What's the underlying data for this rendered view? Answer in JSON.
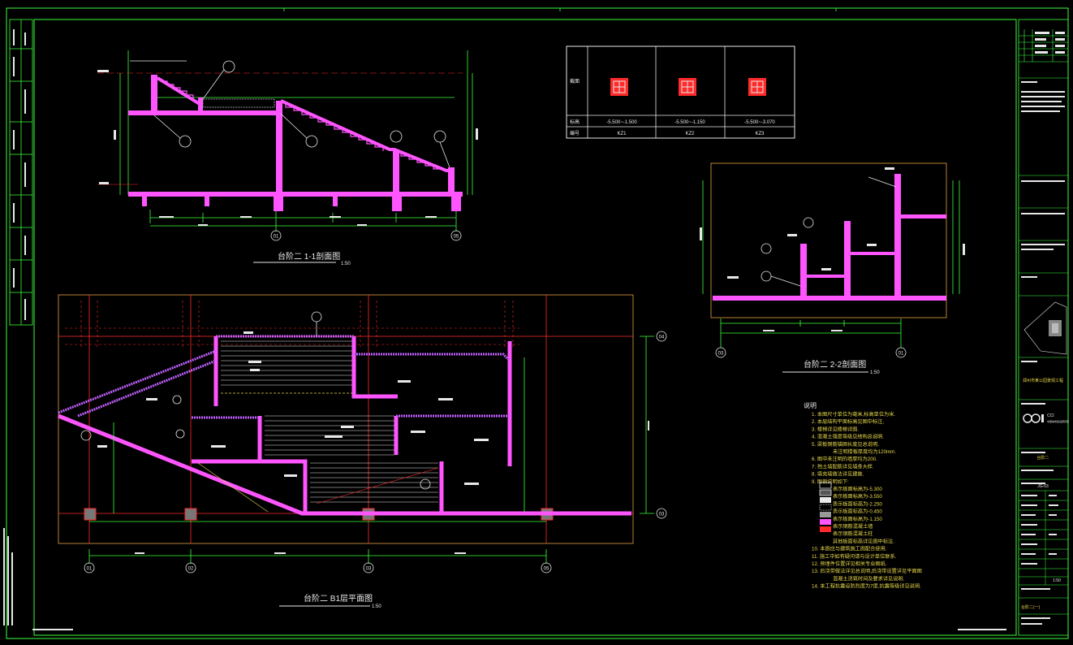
{
  "titles": {
    "section_1_1": "台阶二 1-1剖面图",
    "section_2_2": "台阶二 2-2剖面图",
    "plan_b1": "台阶二 B1层平面图",
    "scale": "1:50",
    "scale_plan": "1:50"
  },
  "axes": {
    "sec11_left": "01",
    "sec11_right": "05",
    "sec22_left": "03",
    "sec22_right": "01",
    "plan_x": [
      "01",
      "02",
      "03",
      "05"
    ],
    "plan_y_top": "04",
    "plan_y_bottom": "03"
  },
  "column_table": {
    "row_labels": [
      "截面",
      "标高",
      "编号"
    ],
    "columns": [
      {
        "elevation": "-5.500~-1.500",
        "id": "KZ1"
      },
      {
        "elevation": "-5.500~-1.150",
        "id": "KZ2"
      },
      {
        "elevation": "-5.500~-3.070",
        "id": "KZ3"
      }
    ]
  },
  "notes": {
    "heading": "说明",
    "lines": [
      "1. 本图尺寸单位为毫米,标高单位为米.",
      "2. 本层结构平面标高见图中标注,",
      "3. 楼梯详见楼梯详图.",
      "4. 混凝土强度等级见结构总说明.",
      "5. 梁板钢筋锚固长度见总说明.",
      "   未注明楼板厚度均为120mm.",
      "6. 图中未注明的墙厚均为200.",
      "7. 挡土墙配筋详见墙身大样.",
      "8. 填充墙做法详见建施.",
      "9. 图例说明如下:",
      "   表示板面标高为-5.300",
      "   表示板面标高为-3.550",
      "   表示板面标高为-2.250",
      "   表示板面标高为-0.450",
      "   表示板面标高为-1.150",
      "   表示钢筋混凝土墙",
      "   表示钢筋混凝土柱",
      "   其他板面标高详见图中标注.",
      "10. 本图应与建筑施工图配合使用.",
      "11. 施工中如有疑问请与设计单位联系.",
      "12. 预埋件位置详见相关专业图纸.",
      "13. 后浇带做法详见总说明,后浇带设置详见平面图",
      "    混凝土浇筑时间及要求详见说明.",
      "14. 本工程抗震设防烈度为7度,抗震等级详见说明."
    ]
  },
  "title_block": {
    "project": "郑州市某公园景观工程",
    "drawing_title": "台阶二",
    "drawing_no": "JG-03",
    "scale": "1:50",
    "company": "CCI",
    "company_sub": "中国城市建设研究院",
    "sheet_label": "台阶二(一)"
  },
  "colors": {
    "background": "#000000",
    "frame": "#3cff3c",
    "wall": "#ff55ff",
    "grid_red": "#ff2a2a",
    "dimension": "#3cff3c",
    "text": "#e8e8e8",
    "notes_text": "#e8d84a",
    "hatch": "#c060ff"
  }
}
